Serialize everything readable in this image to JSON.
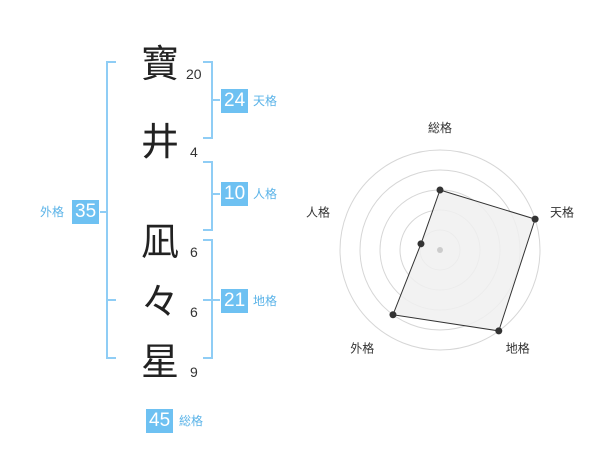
{
  "characters": [
    {
      "char": "寶",
      "strokes": "20"
    },
    {
      "char": "井",
      "strokes": "4"
    },
    {
      "char": "凪",
      "strokes": "6"
    },
    {
      "char": "々",
      "strokes": "6"
    },
    {
      "char": "星",
      "strokes": "9"
    }
  ],
  "kaku": {
    "tenkaku": {
      "value": "24",
      "label": "天格"
    },
    "jinkaku": {
      "value": "10",
      "label": "人格"
    },
    "chikaku": {
      "value": "21",
      "label": "地格"
    },
    "gaikaku": {
      "value": "35",
      "label": "外格"
    },
    "soukaku": {
      "value": "45",
      "label": "総格"
    }
  },
  "colors": {
    "accent": "#6ec1f2",
    "bracket": "#8fcdf5",
    "radar_fill": "#f0f0f0",
    "radar_stroke": "#333333",
    "grid": "#d6d6d6"
  },
  "chart_data": {
    "type": "radar",
    "axes": [
      "総格",
      "天格",
      "地格",
      "外格",
      "人格"
    ],
    "values": [
      0.6,
      1.0,
      1.0,
      0.8,
      0.2
    ],
    "rmax": 1.0,
    "rings": 5
  }
}
